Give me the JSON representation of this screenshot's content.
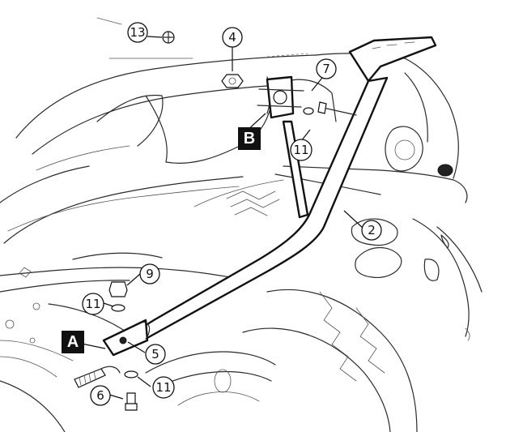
{
  "labels": {
    "A": "A",
    "B": "B"
  },
  "callouts": {
    "c2": "2",
    "c4": "4",
    "c5": "5",
    "c6": "6",
    "c7": "7",
    "c9": "9",
    "c11a": "11",
    "c11b": "11",
    "c11c": "11",
    "c13": "13"
  }
}
